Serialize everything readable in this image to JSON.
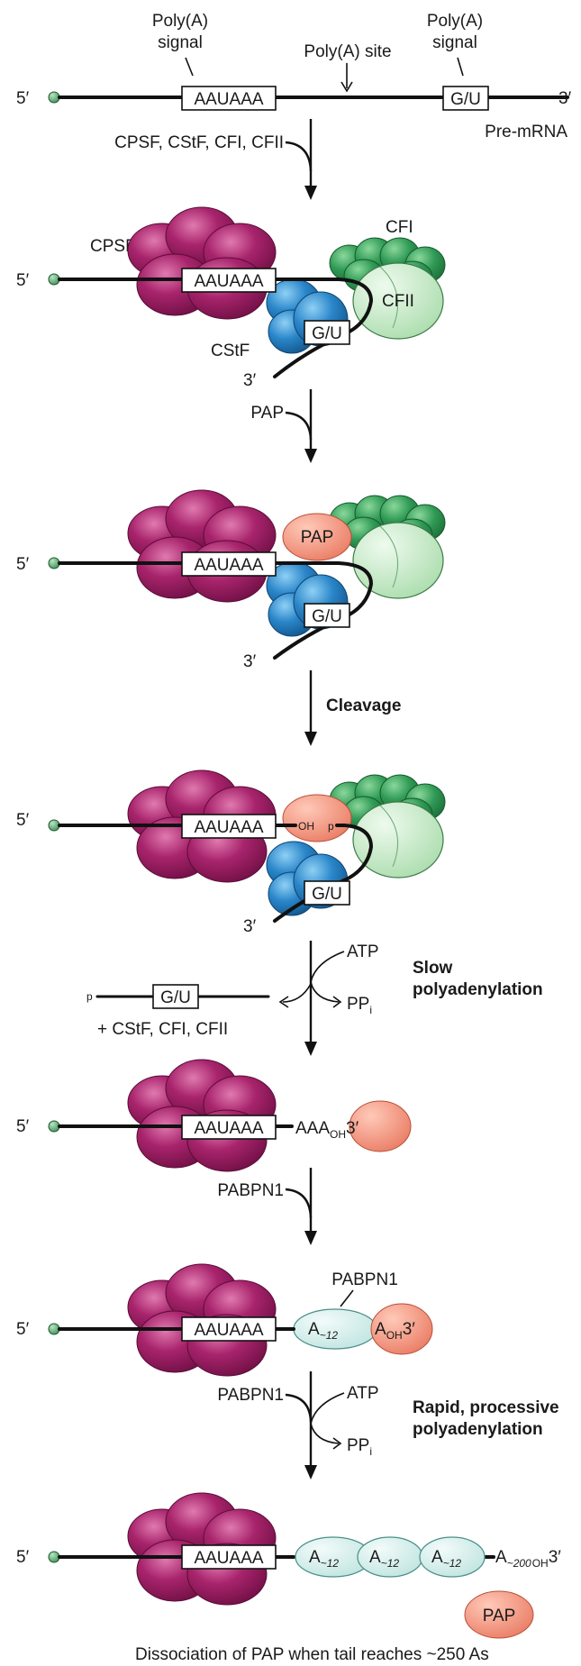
{
  "labels": {
    "poly_a_signal": "Poly(A) signal",
    "poly_a_site": "Poly(A) site",
    "pre_mrna": "Pre-mRNA",
    "five_prime": "5′",
    "three_prime": "3′",
    "aauaaa": "AAUAAA",
    "gu": "G/U",
    "p": "p",
    "oh": "OH",
    "cpsf": "CPSF",
    "cstf": "CStF",
    "cfi": "CFI",
    "cfii": "CFII",
    "pap": "PAP",
    "pabpn1": "PABPN1",
    "aaa": "AAA",
    "a": "A",
    "a12_sub": "~12",
    "a200_sub": "~200",
    "atp": "ATP",
    "ppi": "PP",
    "ppi_sub": "i"
  },
  "steps": {
    "factors_bind": "CPSF, CStF, CFI, CFII",
    "pap_binds": "PAP",
    "cleavage": "Cleavage",
    "release": "+ CStF, CFI, CFII",
    "slow_1": "Slow",
    "slow_2": "polyadenylation",
    "pabpn1_binds": "PABPN1",
    "rapid_1": "Rapid, processive",
    "rapid_2": "polyadenylation",
    "dissociation": "Dissociation of PAP when tail reaches ~250 As"
  },
  "colors": {
    "cpsf": "#9c1c63",
    "cstf": "#2a86c9",
    "cfi": "#2f8f4e",
    "cfii": "#bfe6c0",
    "pap": "#ee8b74",
    "pabpn1": "#d4efec",
    "five_prime_cap": "#5aaa6e"
  }
}
